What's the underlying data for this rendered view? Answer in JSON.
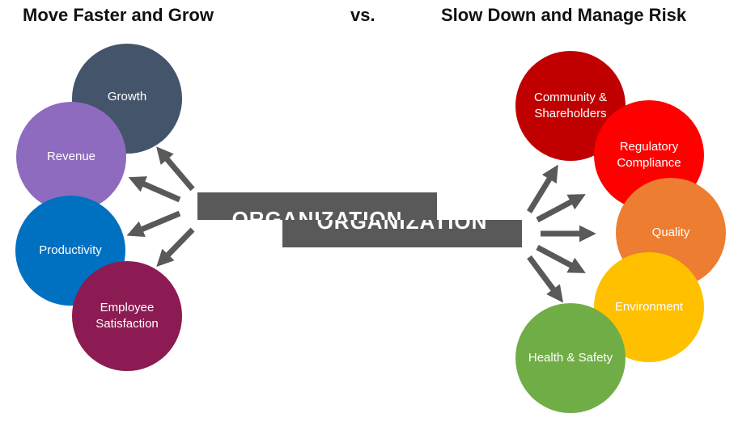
{
  "headings": {
    "left": "Move Faster and Grow",
    "vs": "vs.",
    "right": "Slow Down and Manage Risk"
  },
  "center": {
    "left_bar": "ORGANIZATION",
    "right_bar": "ORGANIZATION"
  },
  "left_group": [
    {
      "label": "Growth",
      "color": "#44546a"
    },
    {
      "label": "Revenue",
      "color": "#8e6bbf"
    },
    {
      "label": "Productivity",
      "color": "#0070c0"
    },
    {
      "label": "Employee Satisfaction",
      "color": "#8b1b52"
    }
  ],
  "right_group": [
    {
      "label": "Community & Shareholders",
      "color": "#c00000"
    },
    {
      "label": "Regulatory Compliance",
      "color": "#ff0000"
    },
    {
      "label": "Quality",
      "color": "#ed7d31"
    },
    {
      "label": "Environment",
      "color": "#ffc000"
    },
    {
      "label": "Health & Safety",
      "color": "#70ad47"
    }
  ],
  "arrow_color": "#595959"
}
